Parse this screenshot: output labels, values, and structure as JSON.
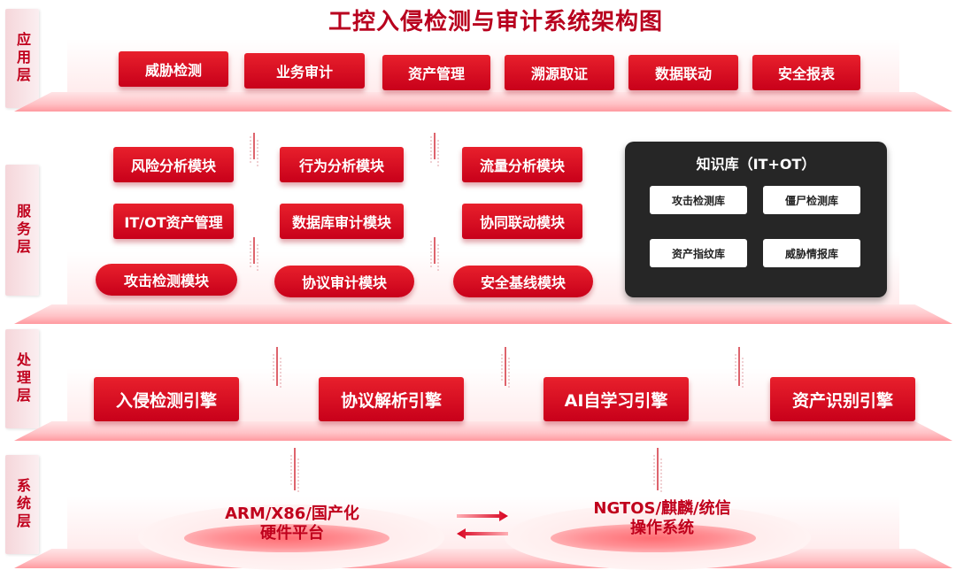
{
  "title": "工控入侵检测与审计系统架构图",
  "layers": [
    "应用层",
    "服务层",
    "处理层",
    "系统层"
  ],
  "application": [
    "威胁检测",
    "业务审计",
    "资产管理",
    "溯源取证",
    "数据联动",
    "安全报表"
  ],
  "service": {
    "row1": [
      "风险分析模块",
      "行为分析模块",
      "流量分析模块"
    ],
    "row2": [
      "IT/OT资产管理",
      "数据库审计模块",
      "协同联动模块"
    ],
    "row3": [
      "攻击检测模块",
      "协议审计模块",
      "安全基线模块"
    ]
  },
  "knowledge_base": {
    "title": "知识库（IT+OT）",
    "items": [
      "攻击检测库",
      "僵尸检测库",
      "资产指纹库",
      "威胁情报库"
    ]
  },
  "processing": [
    "入侵检测引擎",
    "协议解析引擎",
    "AI自学习引擎",
    "资产识别引擎"
  ],
  "system": {
    "hardware": [
      "ARM/X86/国产化",
      "硬件平台"
    ],
    "os": [
      "NGTOS/麒麟/统信",
      "操作系统"
    ]
  },
  "colors": {
    "primary": "#c8001a",
    "dark_panel": "#262626",
    "layer_tint": "#f5d6da"
  }
}
